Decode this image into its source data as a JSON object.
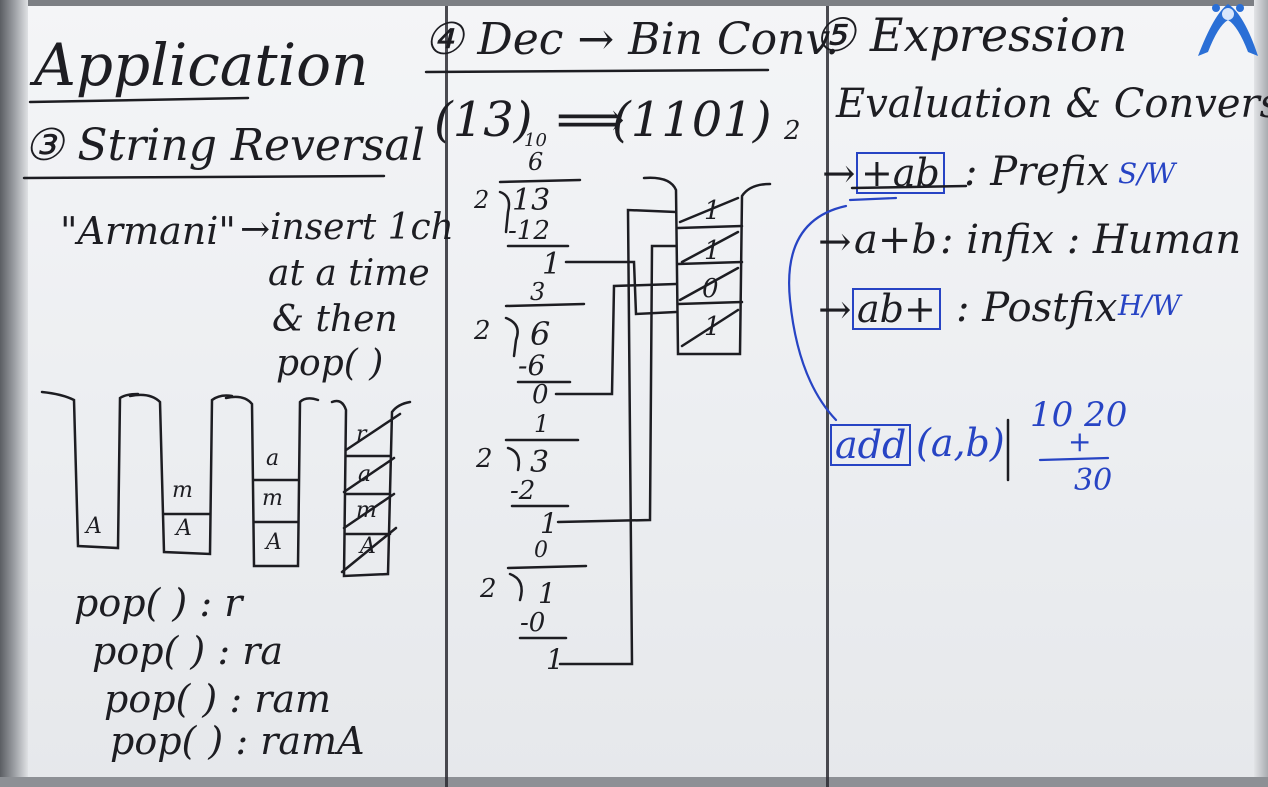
{
  "left": {
    "title": "Application",
    "subtitle": "③ String Reversal",
    "example": "\"Armani\"",
    "arrow": "→",
    "desc": [
      "insert 1ch",
      "at a time",
      "& then",
      "pop( )"
    ],
    "stacks": [
      [
        "A"
      ],
      [
        "A",
        "m"
      ],
      [
        "A",
        "m",
        "a"
      ],
      [
        "A",
        "m",
        "a",
        "r"
      ]
    ],
    "pops": [
      "pop( ) : r",
      "pop( ) : ra",
      "pop( ) : ram",
      "pop( ) : ramA"
    ]
  },
  "middle": {
    "title": "④ Dec → Bin Conv.",
    "equation_left": "(13)",
    "equation_left_base": "10",
    "equation_arrow": "⟹",
    "equation_right": "(1101)",
    "equation_right_base": "2",
    "steps": [
      {
        "divisor": "2",
        "quotient": "6",
        "dividend": "13",
        "subtract": "-12",
        "remainder": "1"
      },
      {
        "divisor": "2",
        "quotient": "3",
        "dividend": "6",
        "subtract": "-6",
        "remainder": "0"
      },
      {
        "divisor": "2",
        "quotient": "1",
        "dividend": "3",
        "subtract": "-2",
        "remainder": "1"
      },
      {
        "divisor": "2",
        "quotient": "0",
        "dividend": "1",
        "subtract": "-0",
        "remainder": "1"
      }
    ],
    "stack_cells": [
      "1",
      "1",
      "0",
      "1"
    ]
  },
  "right": {
    "title": "⑤ Expression",
    "subtitle": "Evaluation & Conversion",
    "rows": [
      {
        "arrow": "→",
        "expr": "+ab",
        "label": ": Prefix",
        "note": "S/W"
      },
      {
        "arrow": "→",
        "expr": "a+b",
        "label": ": infix : Human",
        "note": ""
      },
      {
        "arrow": "→",
        "expr": "ab+",
        "label": ": Postfix",
        "note": "H/W"
      }
    ],
    "func": "add",
    "func_args": "(a,b)",
    "sum_top": "10 20",
    "sum_op": "+",
    "sum_result": "30"
  },
  "colors": {
    "ink": "#1d1d22",
    "marker_blue": "#2744c4",
    "board": "#eef0f3"
  }
}
